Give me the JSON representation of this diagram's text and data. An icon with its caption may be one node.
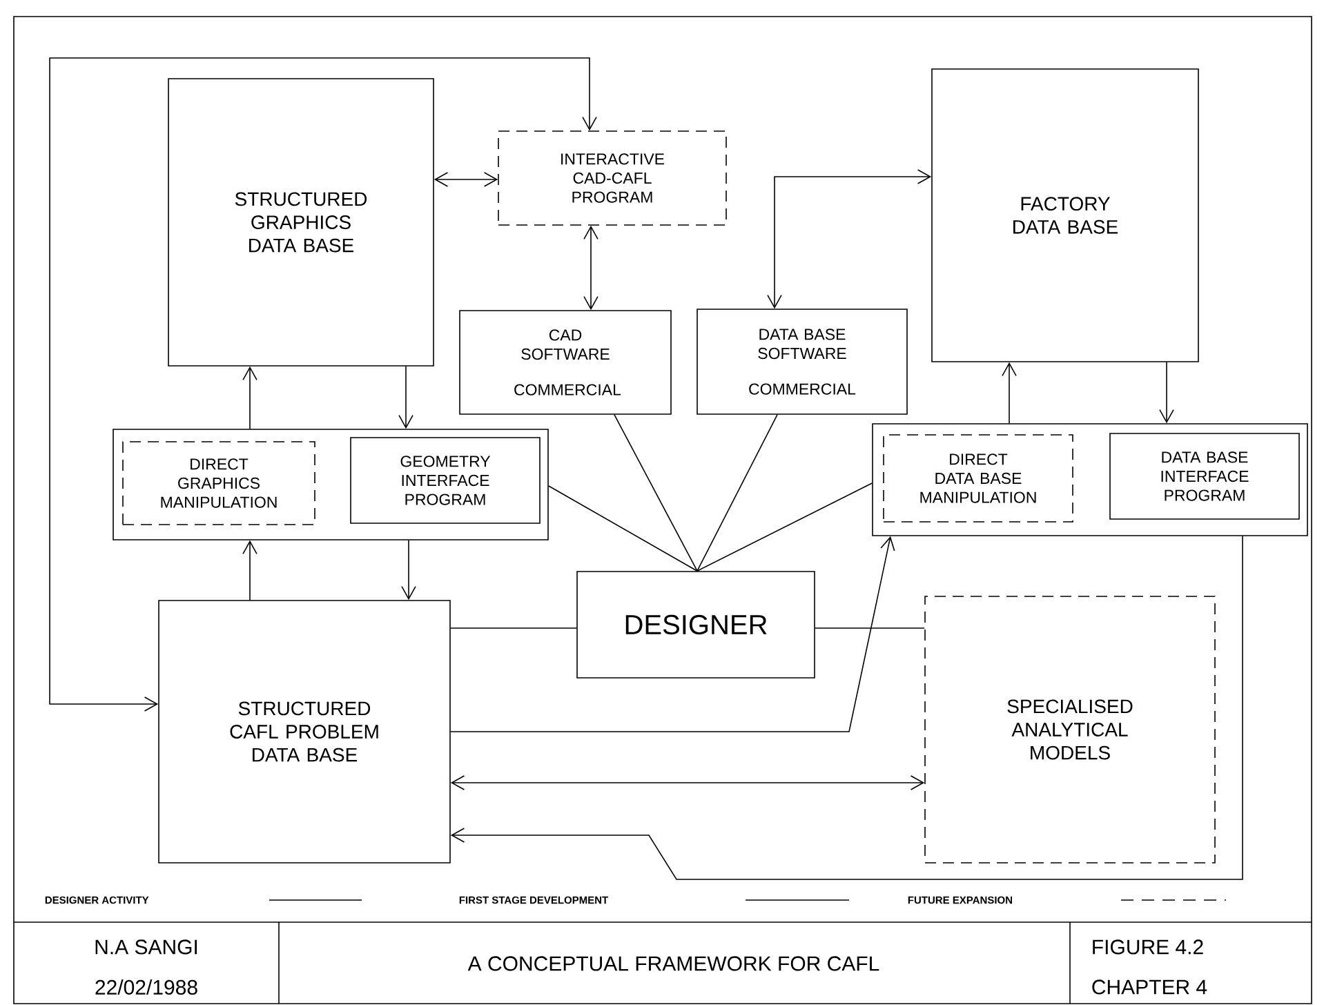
{
  "diagram": {
    "title": "A CONCEPTUAL FRAMEWORK FOR CAFL",
    "nodes": [
      {
        "text": [
          "STRUCTURED GRAPHICS DATA BASE"
        ]
      },
      {
        "text": [
          "INTERACTIVE CAD-CAFL PROGRAM"
        ]
      },
      {
        "text": [
          "FACTORY DATA BASE"
        ]
      },
      {
        "text": [
          "CAD SOFTWARE",
          "COMMERCIAL"
        ]
      },
      {
        "text": [
          "DATA BASE SOFTWARE",
          "COMMERCIAL"
        ]
      },
      {
        "text": [],
        "shape": "box"
      },
      {
        "text": [
          "DIRECT GRAPHICS MANIPULATION"
        ],
        "in": 5
      },
      {
        "text": [
          "GEOMETRY INTERFACE PROGRAM"
        ],
        "in": 5
      },
      {
        "text": [],
        "shape": "box"
      },
      {
        "text": [
          "DIRECT DATA BASE MANIPULATION"
        ],
        "in": 8
      },
      {
        "text": [
          "DATA BASE INTERFACE PROGRAM"
        ],
        "in": 8
      },
      {
        "text": [
          "DESIGNER"
        ]
      },
      {
        "text": [
          "STRUCTURED CAFL PROBLEM DATA BASE"
        ]
      },
      {
        "text": [
          "SPECIALISED ANALYTICAL MODELS"
        ]
      }
    ],
    "edges": [
      {
        "from": 0,
        "to": 1,
        "arrow": "both"
      },
      {
        "from": 12,
        "to": 1,
        "arrow": "both"
      },
      {
        "from": 1,
        "to": 3,
        "arrow": "both"
      },
      {
        "from": 4,
        "to": 2,
        "arrow": "both"
      },
      {
        "from": 5,
        "to": 0,
        "arrow": "to"
      },
      {
        "from": 0,
        "to": 5,
        "arrow": "to"
      },
      {
        "from": 12,
        "to": 5,
        "arrow": "to"
      },
      {
        "from": 5,
        "to": 12,
        "arrow": "to"
      },
      {
        "from": 8,
        "to": 2,
        "arrow": "to"
      },
      {
        "from": 2,
        "to": 8,
        "arrow": "to"
      },
      {
        "from": 11,
        "to": 3,
        "arrow": "none"
      },
      {
        "from": 11,
        "to": 4,
        "arrow": "none"
      },
      {
        "from": 11,
        "to": 5,
        "arrow": "none"
      },
      {
        "from": 11,
        "to": 8,
        "arrow": "none"
      },
      {
        "from": 12,
        "to": 11,
        "arrow": "none"
      },
      {
        "from": 11,
        "to": 13,
        "arrow": "none"
      },
      {
        "from": 12,
        "to": 8,
        "arrow": "to"
      },
      {
        "from": 12,
        "to": 13,
        "arrow": "both"
      },
      {
        "from": 8,
        "to": 12,
        "arrow": "to"
      }
    ],
    "labels": [
      "N.A SANGI",
      "22/02/1988",
      "FIGURE 4.2",
      "CHAPTER 4"
    ],
    "legend": [
      {
        "text": "DESIGNER ACTIVITY"
      },
      {
        "text": "FIRST STAGE DEVELOPMENT"
      },
      {
        "text": "FUTURE EXPANSION"
      }
    ]
  }
}
